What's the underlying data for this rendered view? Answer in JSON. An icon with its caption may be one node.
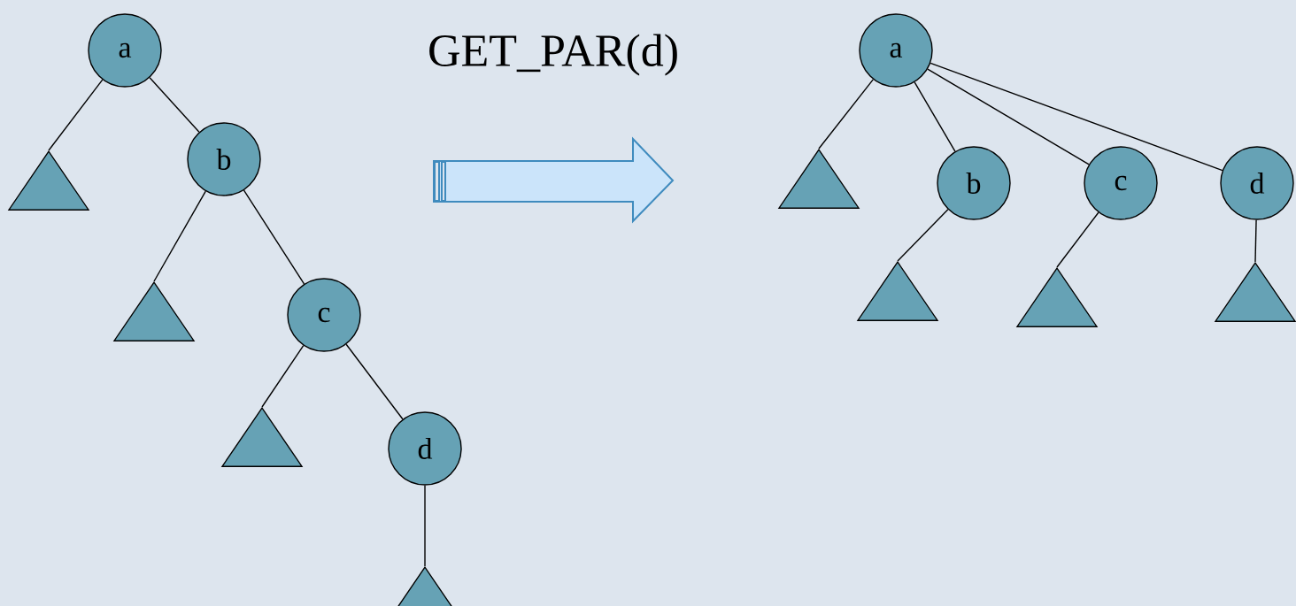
{
  "diagram": {
    "nodes": [
      {
        "text": [
          "a"
        ]
      },
      {
        "text": [],
        "shape": "triangle"
      },
      {
        "text": [
          "b"
        ]
      },
      {
        "text": [],
        "shape": "triangle"
      },
      {
        "text": [
          "c"
        ]
      },
      {
        "text": [],
        "shape": "triangle"
      },
      {
        "text": [
          "d"
        ]
      },
      {
        "text": [],
        "shape": "triangle"
      },
      {
        "text": [
          "a"
        ]
      },
      {
        "text": [],
        "shape": "triangle"
      },
      {
        "text": [
          "b"
        ]
      },
      {
        "text": [
          "c"
        ]
      },
      {
        "text": [
          "d"
        ]
      },
      {
        "text": [],
        "shape": "triangle"
      },
      {
        "text": [],
        "shape": "triangle"
      },
      {
        "text": [],
        "shape": "triangle"
      }
    ],
    "edges": [
      {
        "from": 0,
        "to": 1,
        "arrow": "none"
      },
      {
        "from": 0,
        "to": 2,
        "arrow": "none"
      },
      {
        "from": 2,
        "to": 3,
        "arrow": "none"
      },
      {
        "from": 2,
        "to": 4,
        "arrow": "none"
      },
      {
        "from": 4,
        "to": 5,
        "arrow": "none"
      },
      {
        "from": 4,
        "to": 6,
        "arrow": "none"
      },
      {
        "from": 6,
        "to": 7,
        "arrow": "none"
      },
      {
        "from": 8,
        "to": 9,
        "arrow": "none"
      },
      {
        "from": 8,
        "to": 10,
        "arrow": "none"
      },
      {
        "from": 8,
        "to": 11,
        "arrow": "none"
      },
      {
        "from": 8,
        "to": 12,
        "arrow": "none"
      },
      {
        "from": 10,
        "to": 13,
        "arrow": "none"
      },
      {
        "from": 11,
        "to": 14,
        "arrow": "none"
      },
      {
        "from": 12,
        "to": 15,
        "arrow": "none"
      }
    ],
    "labels": [
      "GET_PAR(d)"
    ]
  }
}
